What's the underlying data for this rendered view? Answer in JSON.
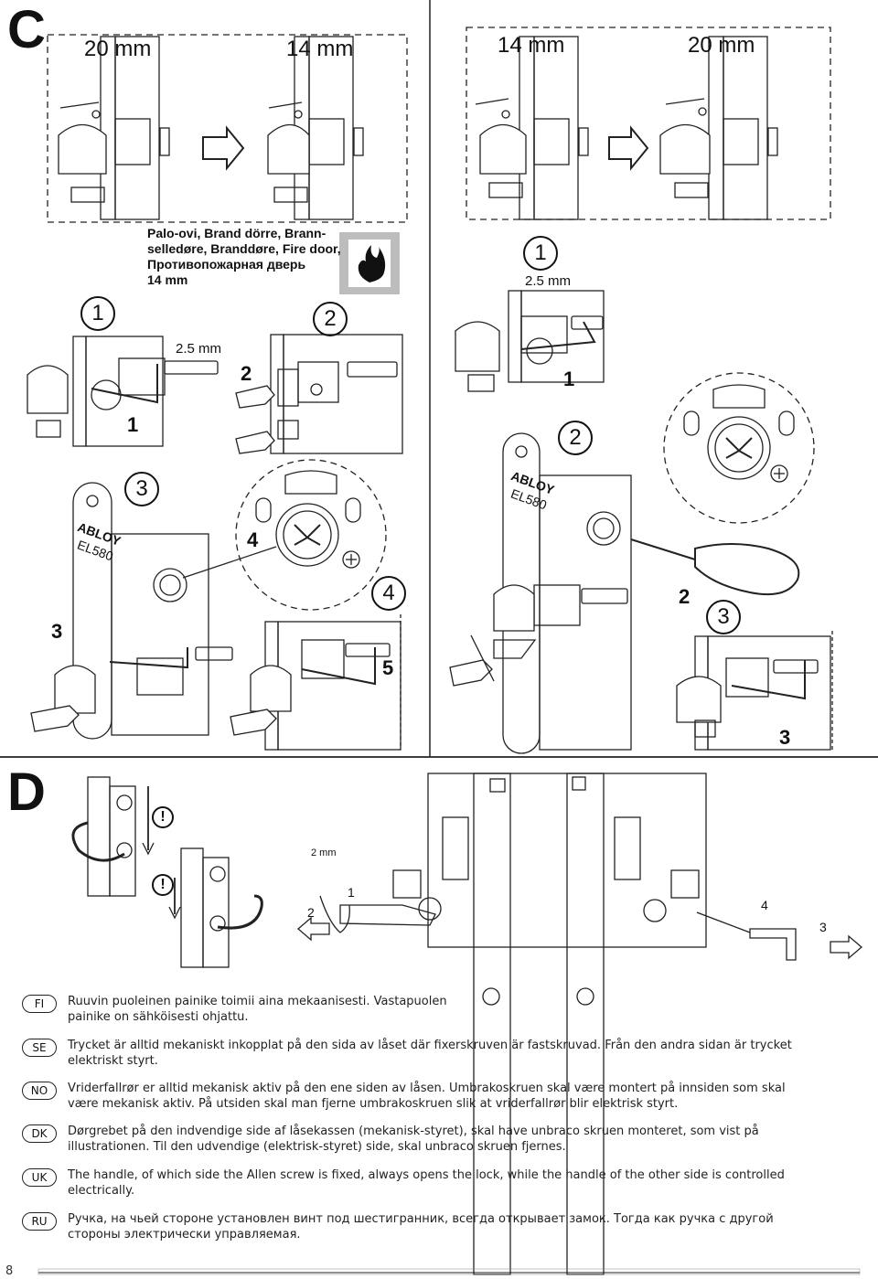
{
  "section_c": {
    "letter": "C",
    "top_left": {
      "mm_a": "20 mm",
      "mm_b": "14 mm"
    },
    "top_right": {
      "mm_a": "14 mm",
      "mm_b": "20 mm"
    },
    "fire_caption": [
      "Palo-ovi, Brand dörre, Brann-",
      "selledøre, Branddøre, Fire door,",
      "Противопожарная дверь",
      "14 mm"
    ],
    "steps": {
      "c1": "1",
      "c2": "2",
      "c3": "3",
      "c4": "4"
    },
    "mm_25_left": "2.5 mm",
    "mm_25_right": "2.5 mm",
    "labels": {
      "n1a": "1",
      "n2a": "2",
      "n3a": "3",
      "n4a": "4",
      "n5a": "5",
      "n1b": "1",
      "n2b": "2",
      "n3b": "3"
    },
    "lock_brand": "ABLOY",
    "lock_model": "EL580"
  },
  "section_d": {
    "letter": "D",
    "mm_2": "2 mm",
    "labels": {
      "n1": "1",
      "n2": "2",
      "n3": "3",
      "n4": "4"
    },
    "warn": "!"
  },
  "languages": [
    {
      "code": "FI",
      "text": "Ruuvin puoleinen painike toimii aina mekaanisesti. Vastapuolen painike on sähköisesti ohjattu."
    },
    {
      "code": "SE",
      "text": "Trycket är alltid mekaniskt inkopplat på den sida av låset där fixerskruven är fastskruvad. Från den andra sidan är trycket elektriskt styrt."
    },
    {
      "code": "NO",
      "text": "Vriderfallrør er alltid mekanisk aktiv på den ene siden av låsen. Umbrakoskruen skal være montert på innsiden som skal være mekanisk aktiv. På utsiden skal man fjerne umbrakoskruen slik at vriderfallrør blir elektrisk styrt."
    },
    {
      "code": "DK",
      "text": "Dørgrebet på den indvendige side af låsekassen (mekanisk-styret), skal have unbraco skruen monteret, som vist på illustrationen. Til den udvendige (elektrisk-styret) side, skal unbraco skruen fjernes."
    },
    {
      "code": "UK",
      "text": "The handle, of which side the Allen screw is fixed, always opens the lock, while the handle of the other side is controlled electrically."
    },
    {
      "code": "RU",
      "text": "Ручка, на чьей стороне установлен винт под шестигранник, всегда открывает замок. Тогда как ручка с другой стороны электрически управляемая."
    }
  ],
  "page_number": "8",
  "icons": [
    "fire-icon",
    "arrow-right-icon",
    "hand-icon",
    "allen-key-icon",
    "screwdriver-icon"
  ]
}
